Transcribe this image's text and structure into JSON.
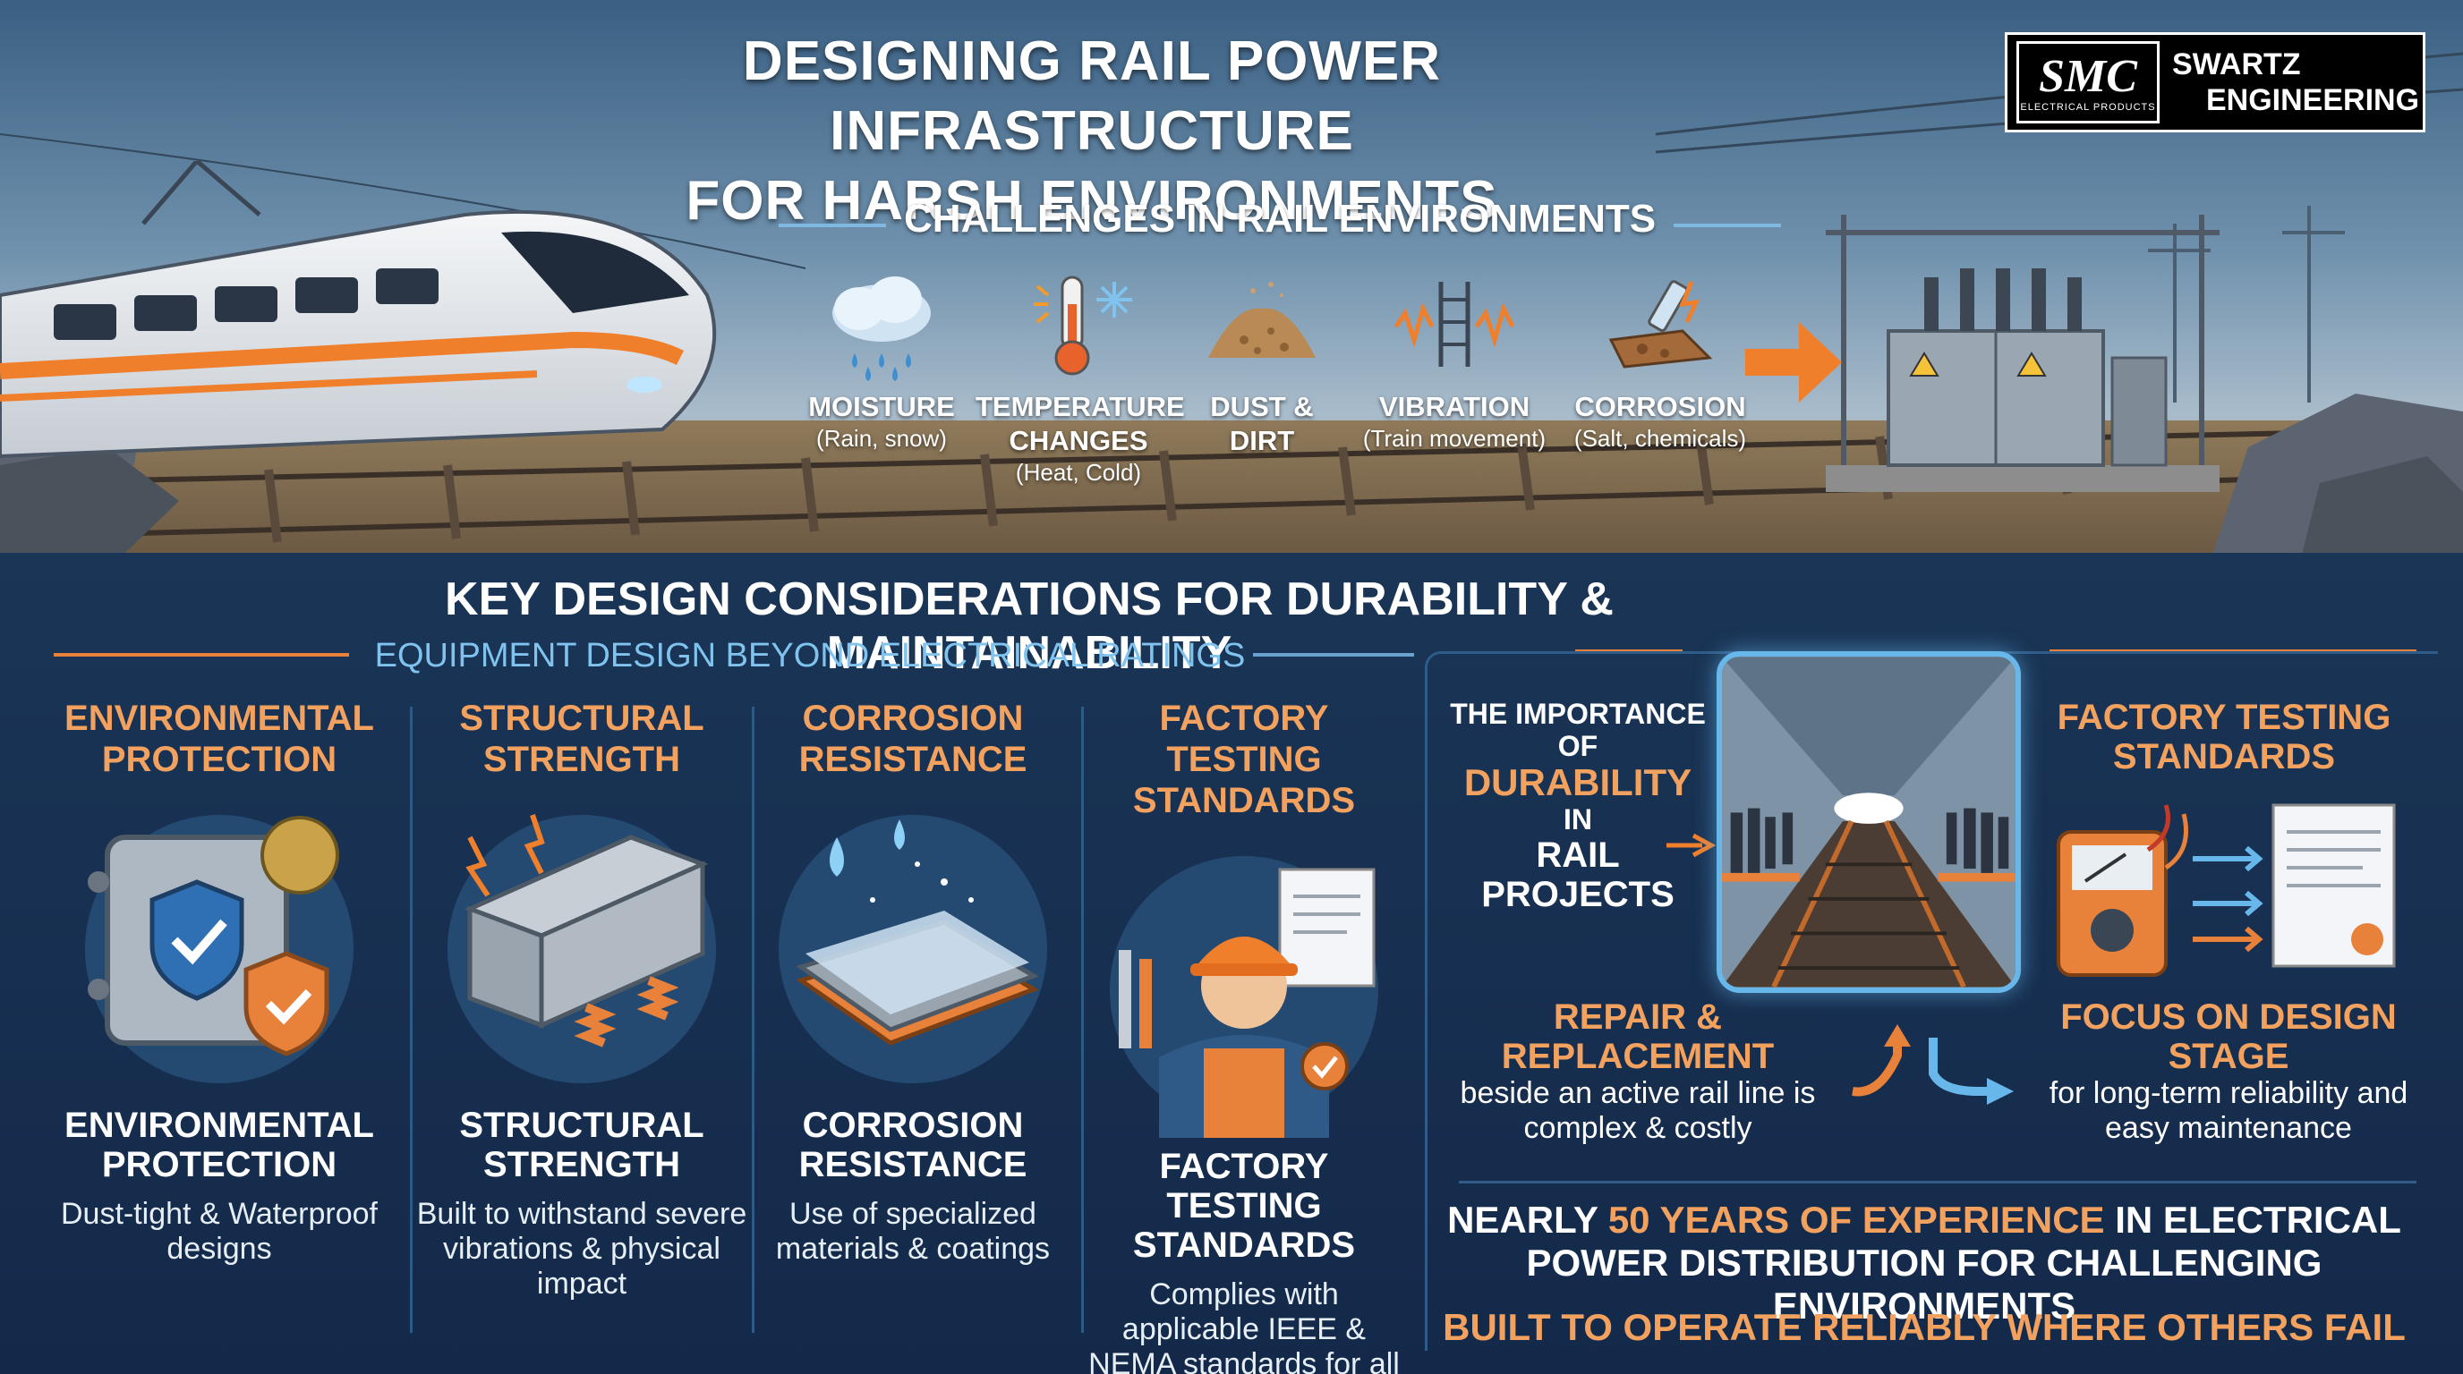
{
  "header": {
    "title_line1": "DESIGNING RAIL POWER INFRASTRUCTURE",
    "title_line2": "FOR HARSH ENVIRONMENTS",
    "logo": {
      "mark": "SMC",
      "mark_sub": "ELECTRICAL PRODUCTS",
      "name_line1": "SWARTZ",
      "name_line2": "ENGINEERING"
    }
  },
  "challenges": {
    "title": "CHALLENGES IN RAIL ENVIRONMENTS",
    "items": [
      {
        "name": "MOISTURE",
        "sub": "(Rain, snow)",
        "icon": "rain-cloud-icon"
      },
      {
        "name": "TEMPERATURE CHANGES",
        "sub": "(Heat, Cold)",
        "icon": "thermometer-snowflake-icon"
      },
      {
        "name": "DUST & DIRT",
        "sub": "",
        "icon": "dirt-pile-icon"
      },
      {
        "name": "VIBRATION",
        "sub": "(Train movement)",
        "icon": "vibration-icon"
      },
      {
        "name": "CORROSION",
        "sub": "(Salt, chemicals)",
        "icon": "corrosion-icon"
      }
    ]
  },
  "key": {
    "title": "KEY DESIGN CONSIDERATIONS FOR DURABILITY & MAINTAINABILITY",
    "subtitle": "EQUIPMENT DESIGN BEYOND ELECTRICAL RATINGS",
    "columns": [
      {
        "heading": "ENVIRONMENTAL PROTECTION",
        "heading2": "ENVIRONMENTAL PROTECTION",
        "desc": "Dust-tight & Waterproof designs",
        "icon": "enclosure-shield-icon"
      },
      {
        "heading": "STRUCTURAL STRENGTH",
        "heading2": "STRUCTURAL STRENGTH",
        "desc": "Built to withstand severe vibrations & physical impact",
        "icon": "steel-beam-springs-icon"
      },
      {
        "heading": "CORROSION RESISTANCE",
        "heading2": "CORROSION RESISTANCE",
        "desc": "Use of specialized materials & coatings",
        "icon": "coated-plate-icon"
      },
      {
        "heading": "FACTORY TESTING STANDARDS",
        "heading2": "FACTORY TESTING STANDARDS",
        "desc": "Complies with applicable IEEE & NEMA standards for all products",
        "icon": "engineer-certificate-icon"
      }
    ]
  },
  "importance": {
    "line1": "THE IMPORTANCE",
    "line2": "OF",
    "line3": "DURABILITY",
    "line4": "IN",
    "line5": "RAIL",
    "line6": "PROJECTS"
  },
  "factory_right": {
    "heading": "FACTORY TESTING STANDARDS"
  },
  "repair": {
    "heading": "REPAIR & REPLACEMENT",
    "desc": "beside an active rail line is complex & costly"
  },
  "focus": {
    "heading": "FOCUS ON DESIGN STAGE",
    "desc": "for long-term reliability and easy maintenance"
  },
  "experience": {
    "pre": "NEARLY ",
    "highlight": "50 YEARS OF EXPERIENCE",
    "post": " IN ELECTRICAL POWER DISTRIBUTION FOR CHALLENGING ENVIRONMENTS"
  },
  "tagline": "BUILT TO OPERATE RELIABLY WHERE OTHERS FAIL",
  "colors": {
    "accent_orange": "#f2a15f",
    "accent_blue": "#7fc3ee",
    "background": "#16304f"
  }
}
